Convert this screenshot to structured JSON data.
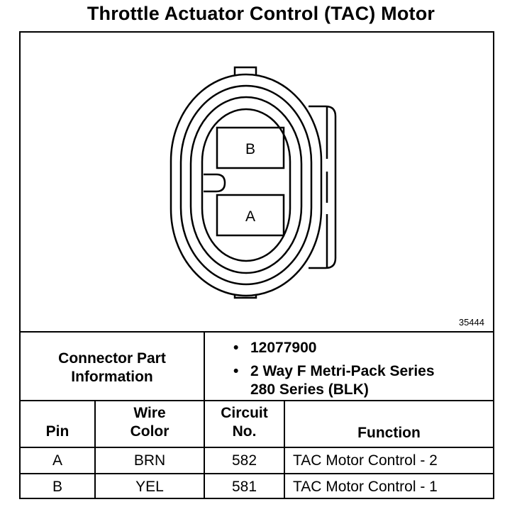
{
  "title": "Throttle Actuator Control (TAC) Motor",
  "figure_number": "35444",
  "connector": {
    "pin_labels": [
      "B",
      "A"
    ]
  },
  "connector_info": {
    "label_line1": "Connector Part",
    "label_line2": "Information",
    "bullets": [
      {
        "bullet": "•",
        "lines": [
          "12077900"
        ]
      },
      {
        "bullet": "•",
        "lines": [
          "2 Way F Metri-Pack Series",
          "280 Series (BLK)"
        ]
      }
    ]
  },
  "pin_table": {
    "headers": {
      "pin": [
        "Pin"
      ],
      "wire_color": [
        "Wire",
        "Color"
      ],
      "circuit": [
        "Circuit",
        "No."
      ],
      "function": [
        "Function"
      ]
    },
    "rows": [
      {
        "pin": "A",
        "wire_color": "BRN",
        "circuit": "582",
        "function": "TAC Motor Control - 2"
      },
      {
        "pin": "B",
        "wire_color": "YEL",
        "circuit": "581",
        "function": "TAC Motor Control - 1"
      }
    ]
  }
}
